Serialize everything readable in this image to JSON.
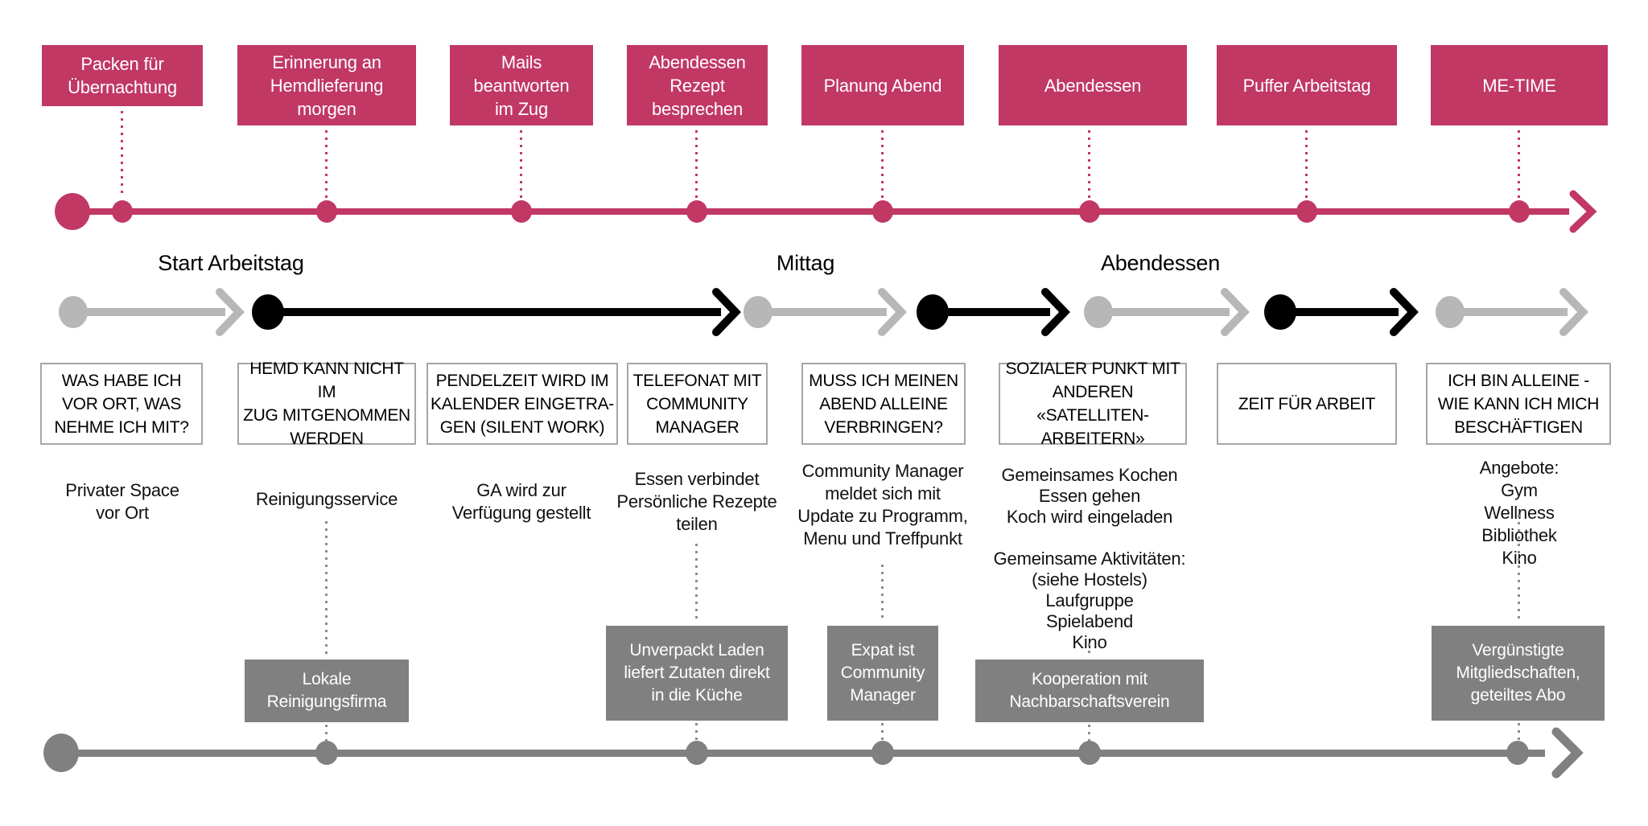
{
  "colors": {
    "pink": "#c13864",
    "black": "#000000",
    "light_gray": "#b7b7b7",
    "mid_gray": "#808080",
    "box_border_gray": "#a6a6a6"
  },
  "icons": {
    "arrowhead": "chevron-right"
  },
  "phases": {
    "start": "Start Arbeitstag",
    "noon": "Mittag",
    "evening": "Abendessen"
  },
  "columns": [
    {
      "event": "Packen für\nÜbernachtung",
      "question": "WAS HABE ICH\nVOR ORT, WAS\nNEHME ICH MIT?",
      "note": "Privater Space\nvor Ort",
      "solution": ""
    },
    {
      "event": "Erinnerung an\nHemdlieferung\nmorgen",
      "question": "HEMD KANN NICHT IM\nZUG MITGENOMMEN\nWERDEN",
      "note": "Reinigungsservice",
      "solution": "Lokale\nReinigungsfirma"
    },
    {
      "event": "Mails\nbeantworten\nim Zug",
      "question": "PENDELZEIT WIRD IM\nKALENDER EINGETRA-\nGEN (SILENT WORK)",
      "note": "GA wird zur\nVerfügung gestellt",
      "solution": ""
    },
    {
      "event": "Abendessen\nRezept\nbesprechen",
      "question": "TELEFONAT MIT\nCOMMUNITY\nMANAGER",
      "note": "Essen verbindet\nPersönliche Rezepte\nteilen",
      "solution": "Unverpackt Laden\nliefert Zutaten direkt\nin die Küche"
    },
    {
      "event": "Planung Abend",
      "question": "MUSS ICH MEINEN\nABEND ALLEINE\nVERBRINGEN?",
      "note": "Community Manager\nmeldet sich mit\nUpdate zu Programm,\nMenu und Treffpunkt",
      "solution": "Expat ist\nCommunity\nManager"
    },
    {
      "event": "Abendessen",
      "question": "SOZIALER PUNKT MIT\nANDEREN «SATELLITEN-\nARBEITERN»",
      "note": "Gemeinsames Kochen\nEssen gehen\nKoch wird eingeladen\n\nGemeinsame Aktivitäten:\n(siehe Hostels)\nLaufgruppe\nSpielabend\nKino",
      "solution": "Kooperation mit\nNachbarschaftsverein"
    },
    {
      "event": "Puffer Arbeitstag",
      "question": "ZEIT FÜR ARBEIT",
      "note": "",
      "solution": ""
    },
    {
      "event": "ME-TIME",
      "question": "ICH BIN ALLEINE -\nWIE KANN ICH MICH\nBESCHÄFTIGEN",
      "note": "Angebote:\nGym\nWellness\nBibliothek\nKino",
      "solution": "Vergünstigte\nMitgliedschaften,\ngeteiltes Abo"
    }
  ]
}
